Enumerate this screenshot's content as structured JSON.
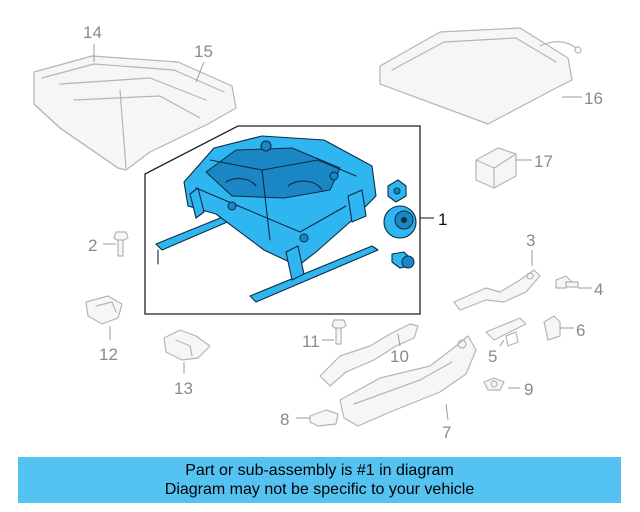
{
  "colors": {
    "highlight": "#2fb6f0",
    "ink": "#0c2c44",
    "ghost": "#b5b5b5",
    "banner": "#55c3f2"
  },
  "callouts": {
    "c1": "1",
    "c2": "2",
    "c3": "3",
    "c4": "4",
    "c5": "5",
    "c6": "6",
    "c7": "7",
    "c8": "8",
    "c9": "9",
    "c10": "10",
    "c11": "11",
    "c12": "12",
    "c13": "13",
    "c14": "14",
    "c15": "15",
    "c16": "16",
    "c17": "17"
  },
  "banner": {
    "line1": "Part or sub-assembly is #1 in diagram",
    "line2": "Diagram may not be specific to your vehicle"
  }
}
